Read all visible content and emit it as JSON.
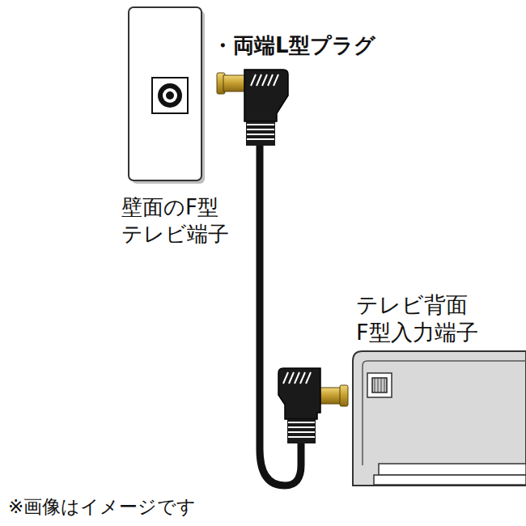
{
  "diagram": {
    "labels": [
      "・両端L型プラグ",
      "壁面のF型 テレビ端子",
      "テレビ背面 F型入力端子",
      "※画像はイメージです"
    ]
  }
}
